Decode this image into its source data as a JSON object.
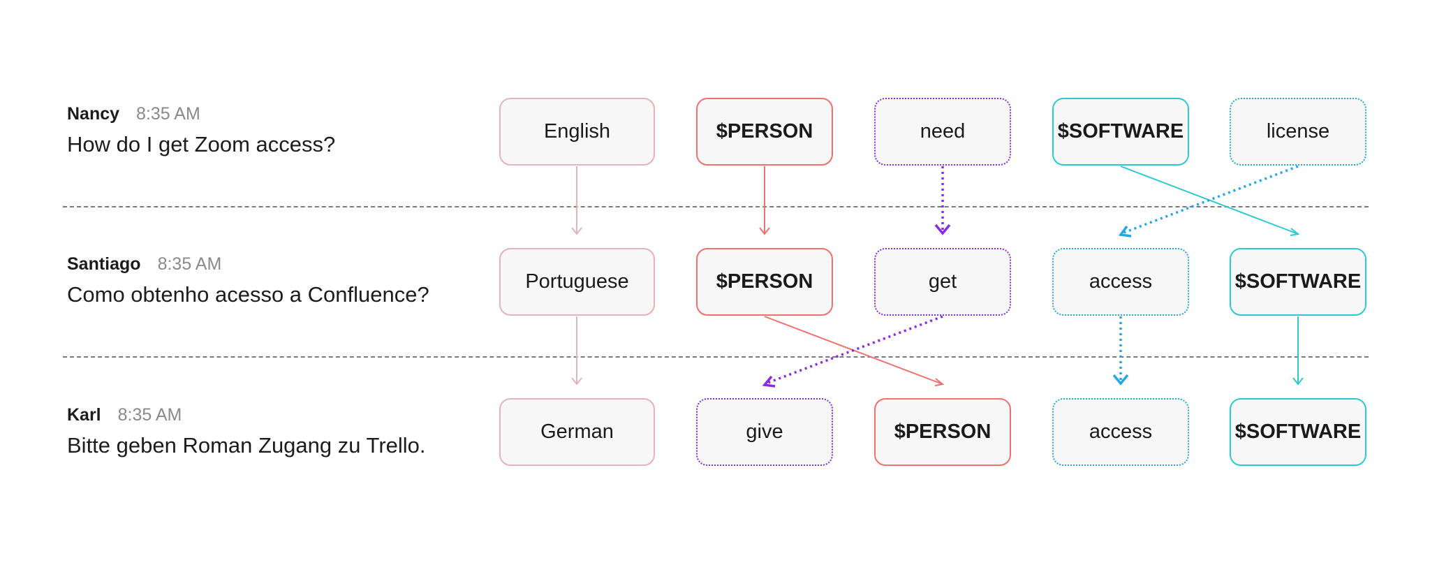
{
  "messages": [
    {
      "name": "Nancy",
      "time": "8:35 AM",
      "text": "How do I get Zoom access?"
    },
    {
      "name": "Santiago",
      "time": "8:35 AM",
      "text": "Como obtenho acesso a Confluence?"
    },
    {
      "name": "Karl",
      "time": "8:35 AM",
      "text": "Bitte geben Roman Zugang zu Trello."
    }
  ],
  "rows": [
    {
      "boxes": [
        {
          "label": "English",
          "kind": "language"
        },
        {
          "label": "$PERSON",
          "kind": "person"
        },
        {
          "label": "need",
          "kind": "verb"
        },
        {
          "label": "$SOFTWARE",
          "kind": "software"
        },
        {
          "label": "license",
          "kind": "object"
        }
      ]
    },
    {
      "boxes": [
        {
          "label": "Portuguese",
          "kind": "language"
        },
        {
          "label": "$PERSON",
          "kind": "person"
        },
        {
          "label": "get",
          "kind": "verb"
        },
        {
          "label": "access",
          "kind": "object"
        },
        {
          "label": "$SOFTWARE",
          "kind": "software"
        }
      ]
    },
    {
      "boxes": [
        {
          "label": "German",
          "kind": "language"
        },
        {
          "label": "give",
          "kind": "verb"
        },
        {
          "label": "$PERSON",
          "kind": "person"
        },
        {
          "label": "access",
          "kind": "object"
        },
        {
          "label": "$SOFTWARE",
          "kind": "software"
        }
      ]
    }
  ],
  "colors": {
    "language": "#e5b3bc",
    "person": "#f0706e",
    "verb": "#8a2be2",
    "software": "#2cc9d3",
    "object": "#23a7e6",
    "separator": "#7a7a7a",
    "box_fill": "#f7f7f7"
  }
}
